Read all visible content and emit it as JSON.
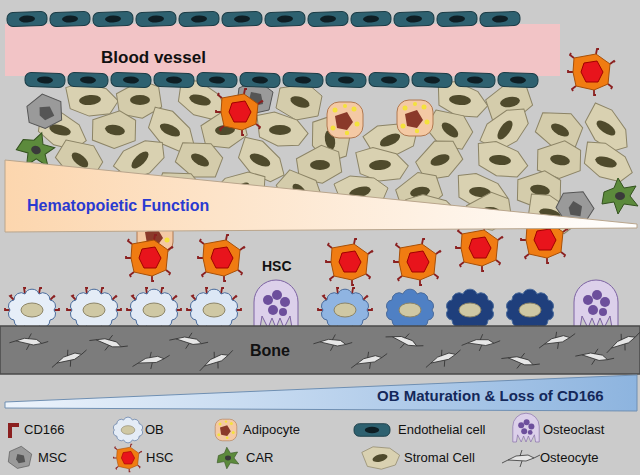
{
  "diagram": {
    "nodes": [
      {
        "text": [
          "Blood vessel"
        ]
      },
      {
        "text": [
          "Hematopoietic Function"
        ]
      },
      {
        "text": [
          "Bone"
        ]
      },
      {
        "text": [
          "OB Maturation & Loss of CD166"
        ]
      }
    ],
    "labels": [
      "HSC"
    ],
    "legend": [
      {
        "text": "CD166"
      },
      {
        "text": "OB"
      },
      {
        "text": "Adipocyte"
      },
      {
        "text": "Endothelial cell"
      },
      {
        "text": "Osteoclast"
      },
      {
        "text": "MSC"
      },
      {
        "text": "HSC"
      },
      {
        "text": "CAR"
      },
      {
        "text": "Stromal Cell"
      },
      {
        "text": "Osteocyte"
      }
    ]
  }
}
